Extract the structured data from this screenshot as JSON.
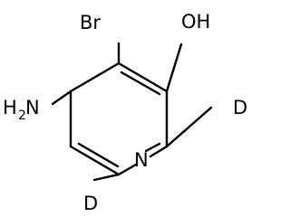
{
  "molecule": {
    "atoms": {
      "br": "Br",
      "oh": "OH",
      "nh2_h": "H",
      "nh2_sub": "2",
      "nh2_n": "N",
      "ring_n": "N",
      "d_right": "D",
      "d_bottom": "D"
    }
  }
}
